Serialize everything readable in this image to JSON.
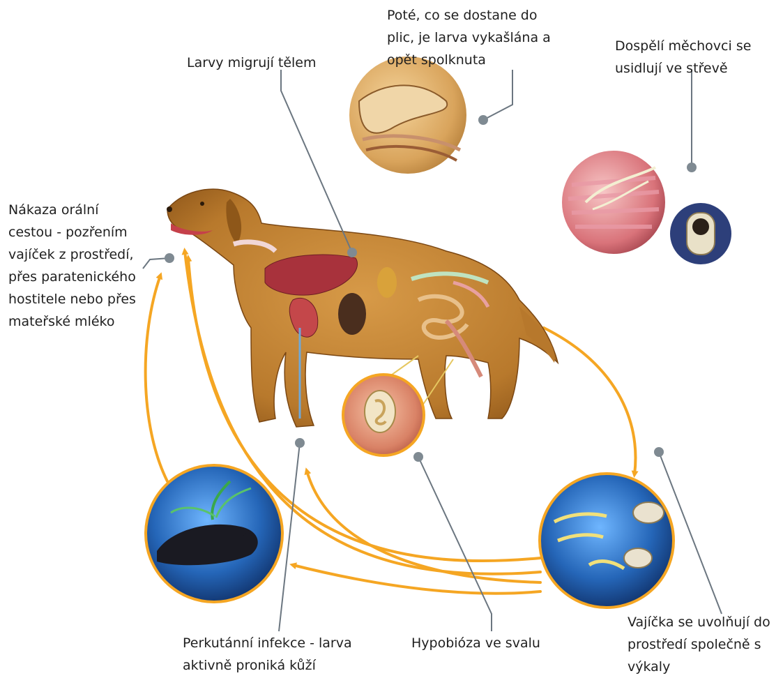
{
  "labels": {
    "oral_infection": "Nákaza orální\ncestou - pozřením\nvajíček z prostředí,\npřes paratenického\nhostitele nebo přes\nmateřské mléko",
    "larvae_migrate": "Larvy migrují tělem",
    "lungs": "Poté, co se dostane do\nplic, je larva vykašlána a\nopět spolknuta",
    "adults": "Dospělí měchovci se\nusidlují ve střevě",
    "percutaneous": "Perkutánní infekce - larva\naktivně proniká kůží",
    "hypobiosis": "Hypobióza ve svalu",
    "eggs_released": "Vajíčka se uvolňují do\nprostředí společně s\nvýkaly"
  },
  "colors": {
    "arrow": "#f5a623",
    "leader_line": "#6b7680",
    "dot": "#7f8a92",
    "dog_coat": "#b8792c",
    "circle_border": "#f5a623",
    "blue_circle": "#1f5fb0"
  },
  "icons": {
    "dog": "dog-illustration",
    "lungs_detail": "trachea-cross-section",
    "intestine_detail": "intestinal-villi-worm",
    "muscle_detail": "encysted-larva-muscle",
    "rodent": "paratenic-host-mouse",
    "eggs": "eggs-and-larvae"
  }
}
